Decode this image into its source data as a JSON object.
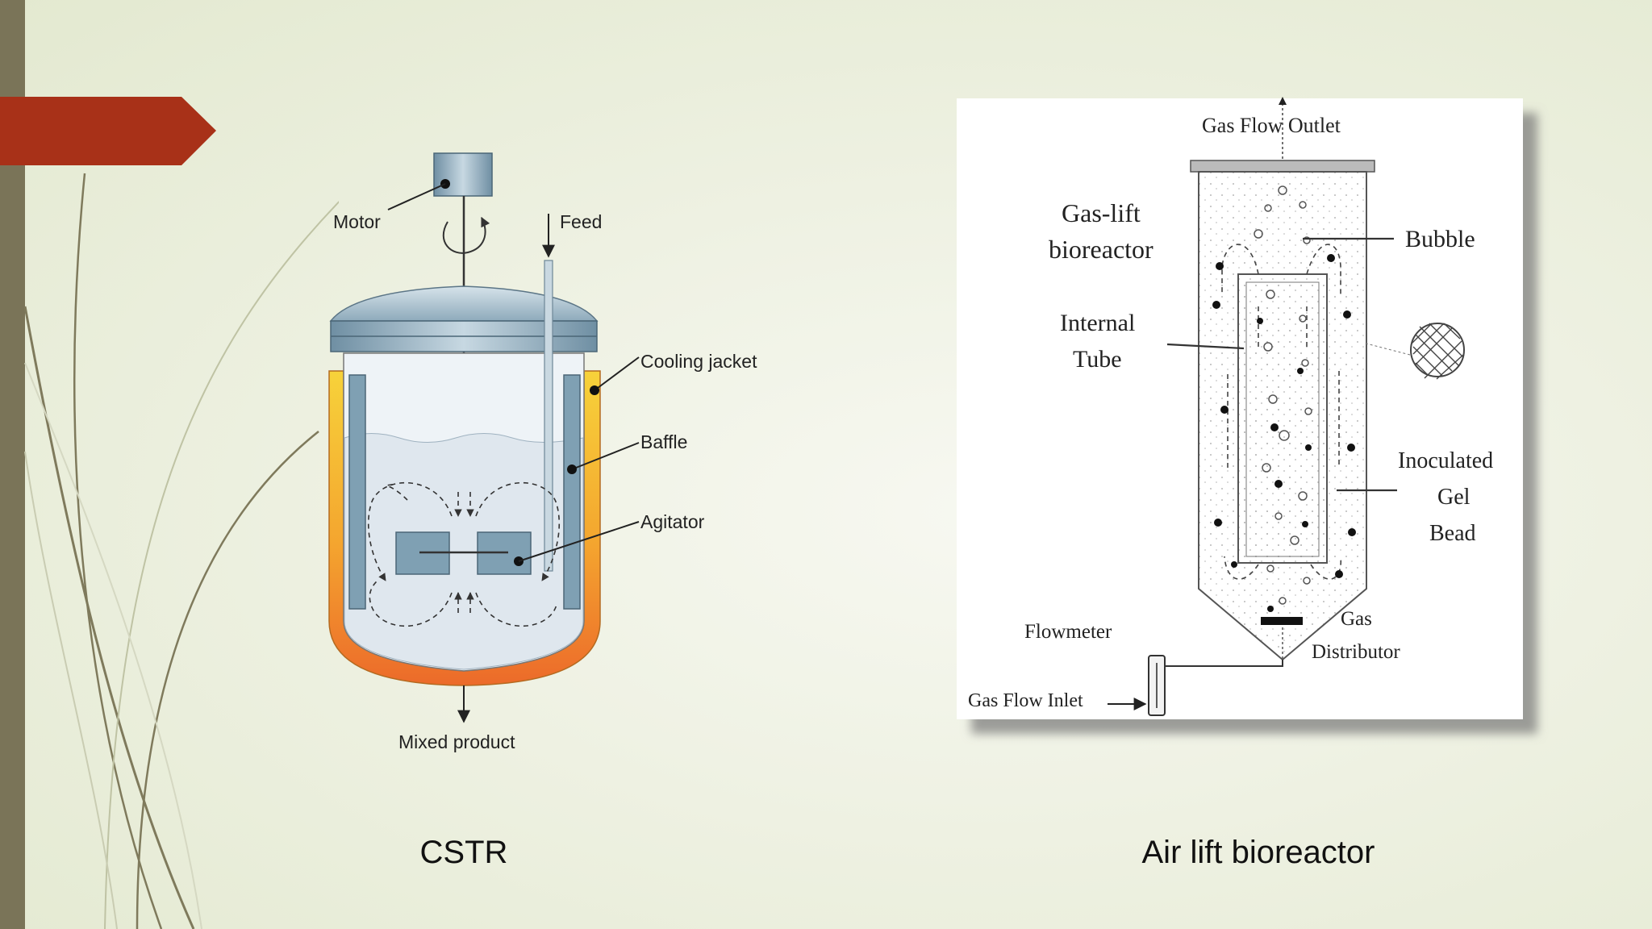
{
  "colors": {
    "side_bar": "#7a7458",
    "accent_arrow": "#a83118",
    "cooling_jacket_top": "#f7d23a",
    "cooling_jacket_bottom": "#ec6a2a",
    "vessel_metal": "#7fa0b3",
    "liquid": "#dfe7ee"
  },
  "cstr": {
    "labels": {
      "motor": "Motor",
      "feed": "Feed",
      "cooling_jacket": "Cooling jacket",
      "baffle": "Baffle",
      "agitator": "Agitator",
      "mixed_product": "Mixed product"
    },
    "caption": "CSTR"
  },
  "airlift": {
    "labels": {
      "gas_flow_outlet": "Gas Flow Outlet",
      "gas_lift_line1": "Gas-lift",
      "gas_lift_line2": "bioreactor",
      "bubble": "Bubble",
      "internal_line1": "Internal",
      "internal_line2": "Tube",
      "inoculated_line1": "Inoculated",
      "inoculated_line2": "Gel",
      "inoculated_line3": "Bead",
      "flowmeter": "Flowmeter",
      "gas_line1": "Gas",
      "gas_line2": "Distributor",
      "gas_flow_inlet": "Gas Flow Inlet"
    },
    "caption": "Air lift bioreactor"
  }
}
